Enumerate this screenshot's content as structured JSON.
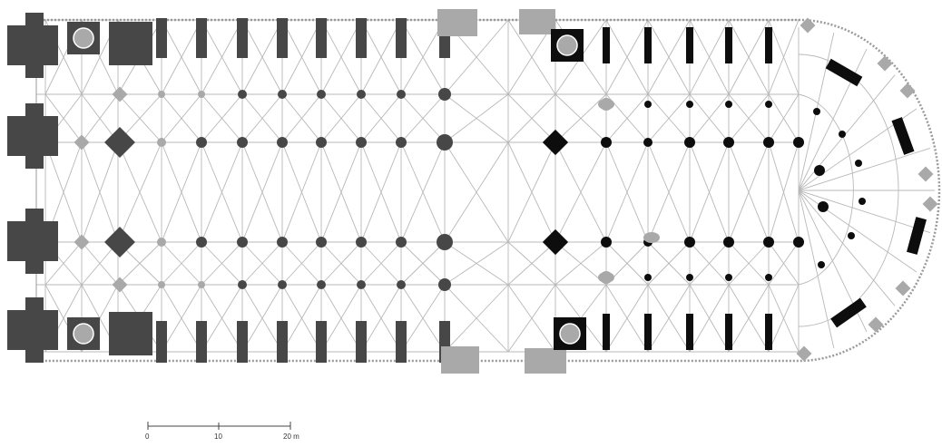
{
  "diagram": {
    "scale_bar": {
      "ticks": [
        "0",
        "10",
        "20 m"
      ]
    },
    "colors": {
      "nave_phase": "#474747",
      "choir_phase": "#0d0d0d",
      "later_additions": "#a9a9a9",
      "rib_lines": "#b8b8b8",
      "outline": "#9a9a9a",
      "background": "#ffffff"
    },
    "structure": {
      "nave_bays": 7,
      "choir_bays": 5,
      "apse_radiating_chapels": 5,
      "stair_turrets": 4
    }
  }
}
